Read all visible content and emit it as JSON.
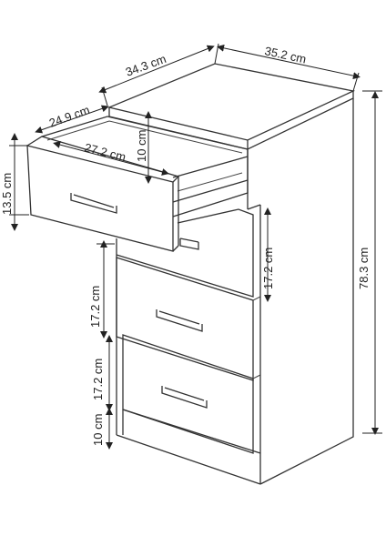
{
  "diagram": {
    "dimensions": {
      "width_top": "35.2 cm",
      "depth_top": "34.3 cm",
      "drawer_depth": "24.9 cm",
      "drawer_inner_width": "27.2 cm",
      "drawer_inner_height": "10 cm",
      "drawer_front_height": "13.5 cm",
      "drawer2_height": "17.2 cm",
      "total_height": "78.3 cm",
      "drawer3_height": "17.2 cm",
      "drawer4_height": "17.2 cm",
      "plinth_height": "10 cm"
    },
    "colors": {
      "outline": "#333333",
      "background": "#ffffff"
    }
  }
}
